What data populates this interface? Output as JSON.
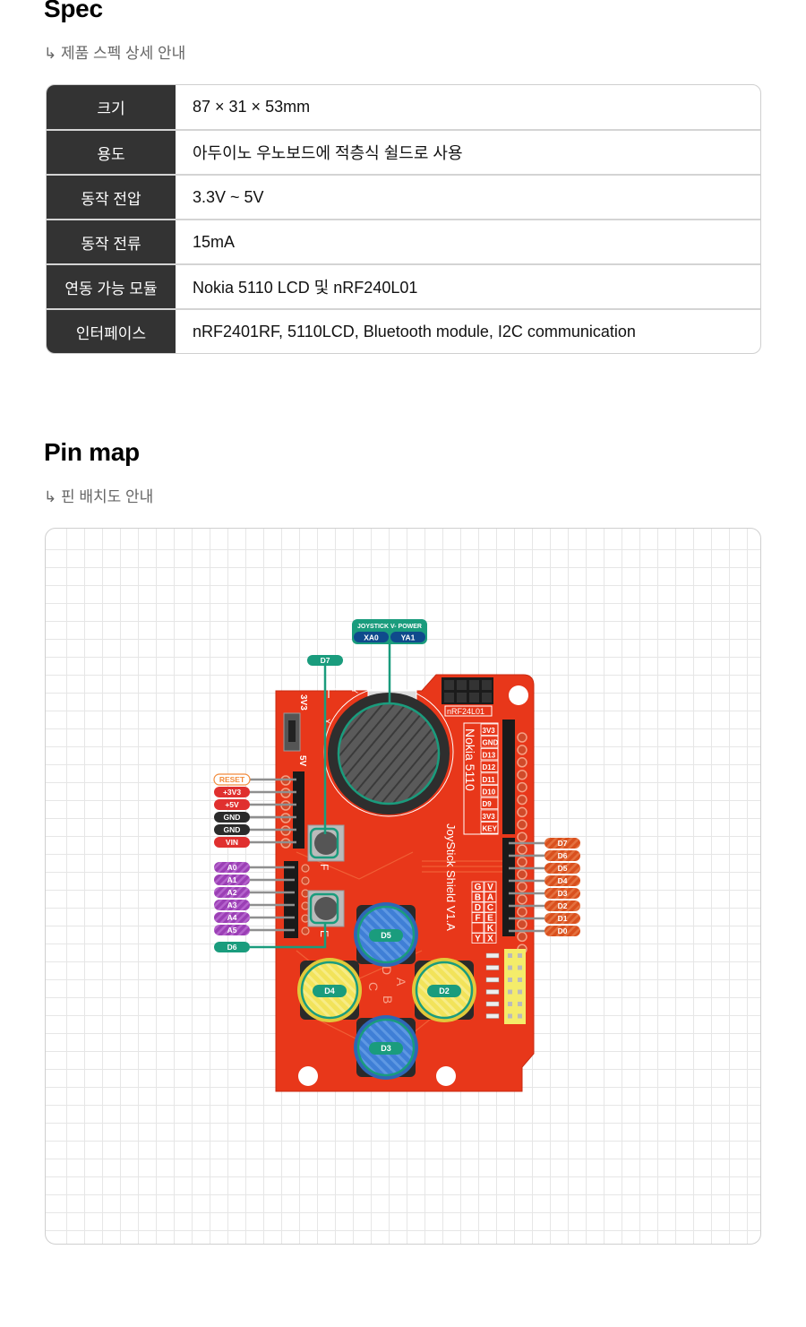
{
  "spec": {
    "title": "Spec",
    "subtitle": "↳ 제품 스펙 상세 안내",
    "rows": [
      {
        "key": "크기",
        "value": "87 × 31 × 53mm"
      },
      {
        "key": "용도",
        "value": "아두이노 우노보드에 적층식 쉴드로 사용"
      },
      {
        "key": "동작 전압",
        "value": "3.3V ~ 5V"
      },
      {
        "key": "동작 전류",
        "value": "15mA"
      },
      {
        "key": "연동 가능 모듈",
        "value": "Nokia 5110 LCD 및 nRF240L01"
      },
      {
        "key": "인터페이스",
        "value": "nRF2401RF, 5110LCD, Bluetooth module, I2C communication"
      }
    ]
  },
  "pinmap": {
    "title": "Pin map",
    "subtitle": "↳ 핀 배치도 안내",
    "joystick": {
      "group": "JOYSTICK V- POWER",
      "x_pin": "XA0",
      "y_pin": "YA1"
    },
    "button_f": "D7",
    "button_e": "D6",
    "power_pins": [
      {
        "label": "RESET",
        "style": "outline"
      },
      {
        "label": "+3V3",
        "style": "red"
      },
      {
        "label": "+5V",
        "style": "red"
      },
      {
        "label": "GND",
        "style": "black"
      },
      {
        "label": "GND",
        "style": "black"
      },
      {
        "label": "VIN",
        "style": "red"
      }
    ],
    "analog_pins": [
      "A0",
      "A1",
      "A2",
      "A3",
      "A4",
      "A5"
    ],
    "digital_pins": [
      "D7",
      "D6",
      "D5",
      "D4",
      "D3",
      "D2",
      "D1",
      "D0"
    ],
    "buttons": {
      "top": "D5",
      "left": "D4",
      "right": "D2",
      "bottom": "D3"
    },
    "board_silk": {
      "nrf": "nRF24L01",
      "nokia": "Nokia 5110",
      "nokia_pins": [
        "3V3",
        "GND",
        "D13",
        "D12",
        "D11",
        "D10",
        "D9",
        "3V3",
        "KEY"
      ],
      "board_name": "JoyStick Shield V1.A",
      "switch_top": "3V3",
      "switch_bottom": "5V",
      "letters": [
        "A",
        "B",
        "C",
        "D",
        "E",
        "F"
      ],
      "axis_x": "X",
      "axis_y": "Y",
      "header_grid": [
        "V",
        "A",
        "C",
        "E",
        "K",
        "X",
        "G",
        "B",
        "D",
        "F",
        "",
        "Y"
      ]
    },
    "colors": {
      "accent": "#1a9c7d",
      "board": "#e8371a",
      "digital": "#d9501e",
      "analog": "#9b3fb5",
      "power_red": "#e0302f",
      "ground": "#2b2b2b",
      "blue_btn": "#3f7fd6",
      "yellow_btn": "#f2e35a",
      "xy_pin": "#0f4a8c"
    }
  }
}
